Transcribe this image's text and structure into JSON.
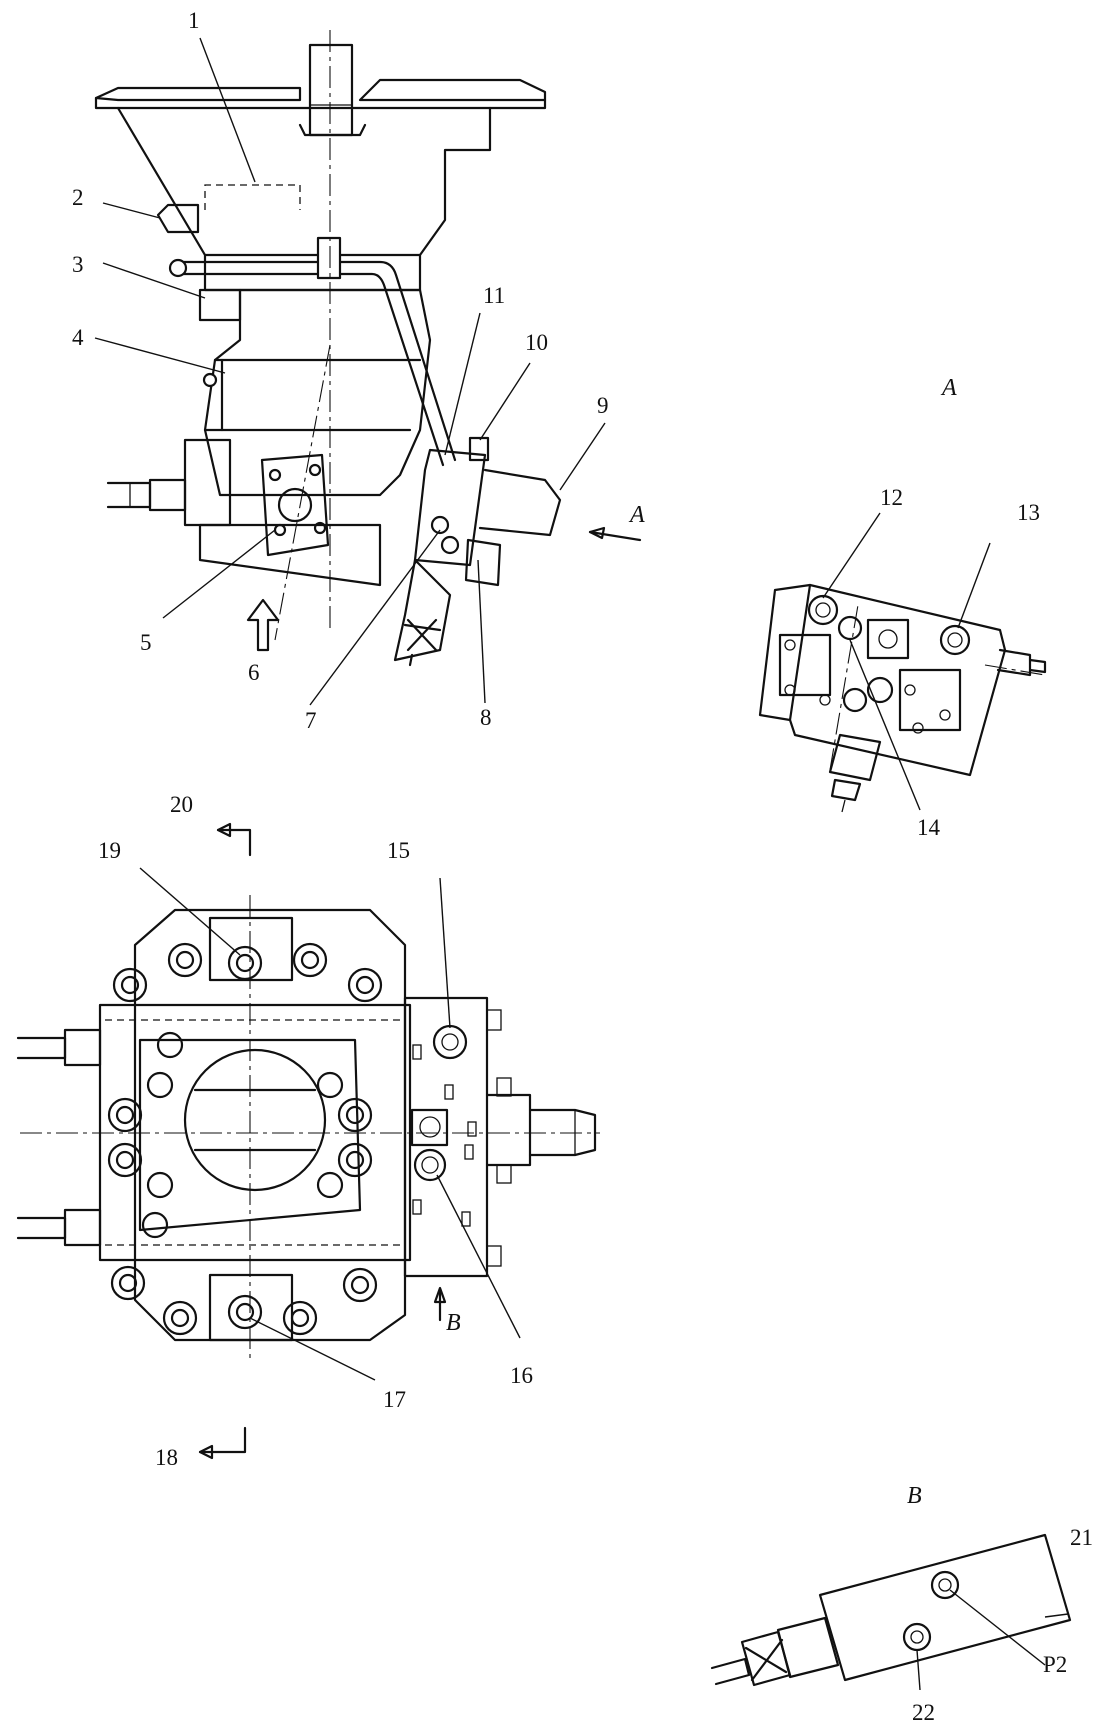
{
  "figure": {
    "callouts": [
      "1",
      "2",
      "3",
      "4",
      "5",
      "6",
      "7",
      "8",
      "9",
      "10",
      "11",
      "12",
      "13",
      "14",
      "15",
      "16",
      "17",
      "18",
      "19",
      "20",
      "21",
      "22",
      "P2"
    ],
    "view_labels": {
      "view_a_title": "A",
      "view_a_arrow": "A",
      "view_b_title": "B",
      "view_b_arrow": "B"
    }
  }
}
